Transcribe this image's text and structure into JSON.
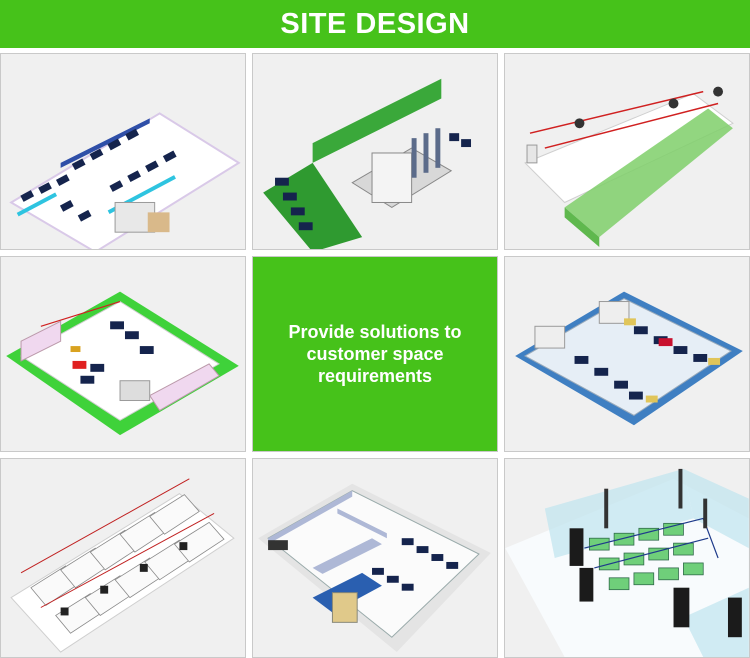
{
  "header": {
    "title": "SITE DESIGN"
  },
  "center_panel": {
    "text": "Provide solutions to customer space requirements"
  },
  "colors": {
    "brand_green": "#46c21a",
    "tile_background": "#f0f0f0",
    "tile_border": "#c9c9c9"
  },
  "tiles": [
    {
      "name": "parking-lot-layout"
    },
    {
      "name": "green-site-booth-layout"
    },
    {
      "name": "green-tunnel-booth"
    },
    {
      "name": "workshop-floor-plan"
    },
    {
      "name": "solutions-text"
    },
    {
      "name": "blue-floor-workshop"
    },
    {
      "name": "multi-booth-grid"
    },
    {
      "name": "corridor-workshop"
    },
    {
      "name": "glass-partition-workstations"
    }
  ]
}
